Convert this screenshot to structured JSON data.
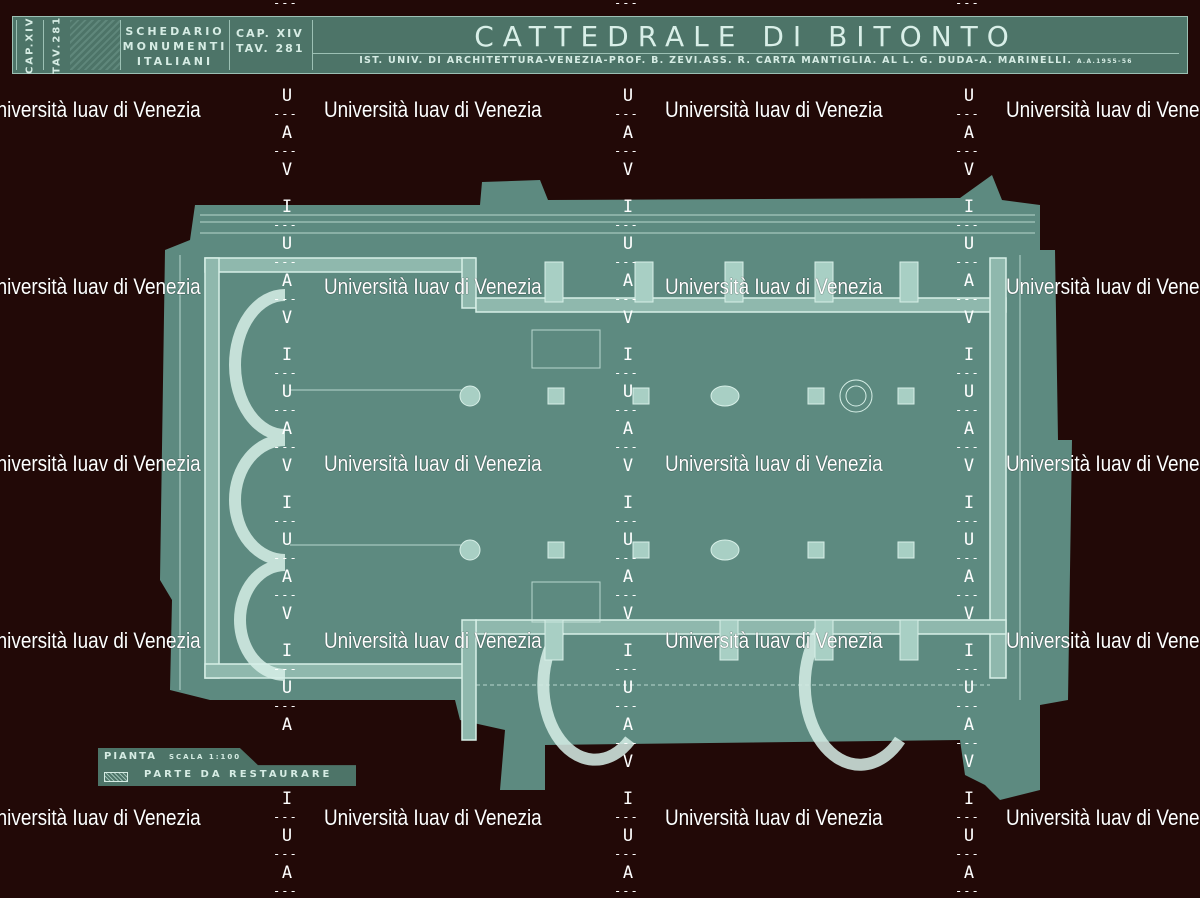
{
  "header": {
    "cap_vertical": "CAP.XIV",
    "tav_vertical": "TAV.281",
    "schedario": [
      "SCHEDARIO",
      "MONUMENTI",
      "ITALIANI"
    ],
    "cap": "CAP. XIV",
    "tav": "TAV. 281",
    "title": "CATTEDRALE DI BITONTO",
    "subtitle": "IST. UNIV. DI ARCHITETTURA-VENEZIA-PROF. B. ZEVI.ASS. R. CARTA MANTIGLIA. AL L. G. DUDA-A. MARINELLI.",
    "year": "A.A.1955-56"
  },
  "legend": {
    "pianta": "PIANTA",
    "scala": "SCALA 1:100",
    "restaurare": "PARTE DA RESTAURARE"
  },
  "watermark": {
    "text": "Università Iuav di Venezia",
    "letters": [
      "I",
      "U",
      "A",
      "V"
    ]
  },
  "colors": {
    "background": "#220907",
    "plan": "#5d8a80",
    "lines": "#cfe9e1"
  }
}
